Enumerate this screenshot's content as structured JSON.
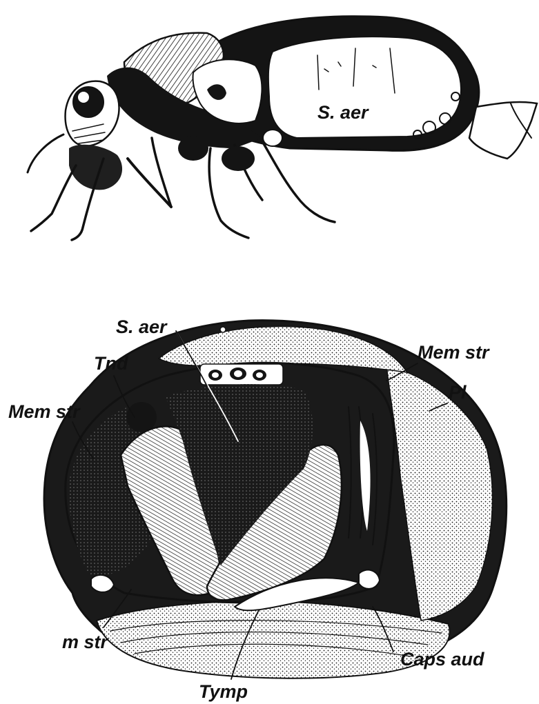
{
  "labels": {
    "top_saer": "S. aer",
    "bottom_saer": "S. aer",
    "tnd": "Tnd",
    "mem_str_left": "Mem str",
    "mem_str_right": "Mem str",
    "pl": "Pl",
    "m_str": "m str",
    "caps_aud": "Caps aud",
    "tymp": "Tymp"
  },
  "colors": {
    "ink": "#111111",
    "paper": "#ffffff",
    "dark_fill": "#141414",
    "mid_fill": "#3a3a3a",
    "light_fill": "#d9d9d9"
  }
}
